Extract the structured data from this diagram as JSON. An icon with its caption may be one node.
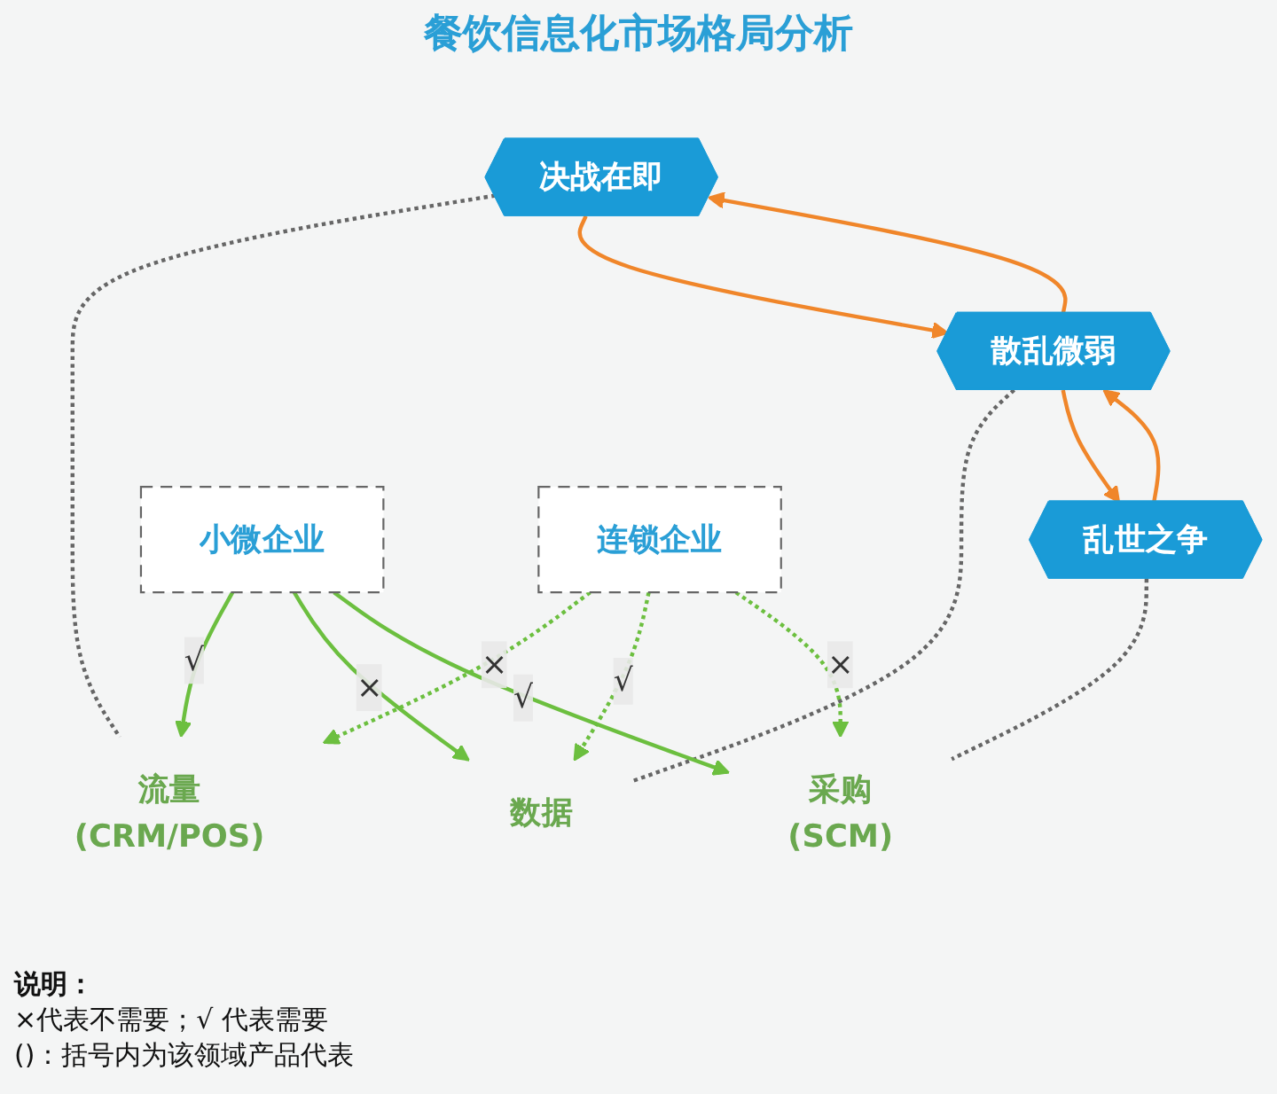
{
  "diagram": {
    "title": "餐饮信息化市场格局分析",
    "nodes": [
      {
        "text": [
          "决战在即"
        ]
      },
      {
        "text": [
          "散乱微弱"
        ]
      },
      {
        "text": [
          "乱世之争"
        ]
      },
      {
        "text": [
          "流量",
          "(CRM/POS)"
        ]
      },
      {
        "text": [
          "数据"
        ]
      },
      {
        "text": [
          "采购",
          "(SCM)"
        ]
      },
      {
        "text": [
          "小微企业"
        ]
      },
      {
        "text": [
          "连锁企业"
        ]
      }
    ],
    "edges": [
      {
        "from": 0,
        "to": 3,
        "arrow": "none",
        "style": "dashed",
        "color": "#666666"
      },
      {
        "from": 1,
        "to": 4,
        "arrow": "none",
        "style": "dashed",
        "color": "#666666"
      },
      {
        "from": 2,
        "to": 5,
        "arrow": "none",
        "style": "dashed",
        "color": "#666666"
      },
      {
        "from": 0,
        "to": 1,
        "arrow": "to",
        "color": "#f0862a"
      },
      {
        "from": 1,
        "to": 0,
        "arrow": "to",
        "color": "#f0862a"
      },
      {
        "from": 2,
        "to": 1,
        "arrow": "to",
        "color": "#f0862a"
      },
      {
        "from": 1,
        "to": 2,
        "arrow": "to",
        "color": "#f0862a"
      },
      {
        "from": 6,
        "to": 3,
        "arrow": "to",
        "label": "√"
      },
      {
        "from": 7,
        "to": 3,
        "arrow": "to",
        "label": "×",
        "style": "dashed"
      },
      {
        "from": 7,
        "to": 4,
        "arrow": "to",
        "label": "√",
        "style": "dashed"
      },
      {
        "from": 6,
        "to": 4,
        "arrow": "to",
        "label": "×"
      },
      {
        "from": 6,
        "to": 5,
        "arrow": "to",
        "label": "√"
      },
      {
        "from": 7,
        "to": 5,
        "arrow": "to",
        "label": "×",
        "style": "dashed"
      }
    ],
    "labels": [
      "说明：",
      "×代表不需要；√ 代表需要",
      "()：括号内为该领域产品代表"
    ]
  }
}
